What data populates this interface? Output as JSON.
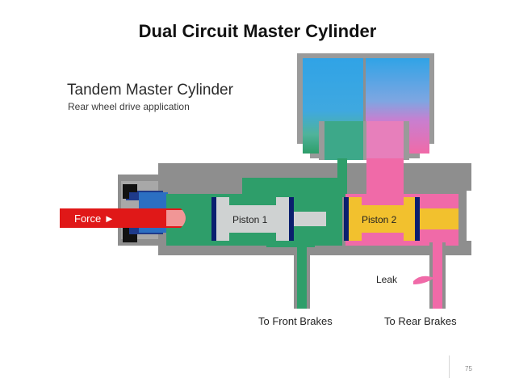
{
  "slide": {
    "title": "Dual Circuit Master Cylinder",
    "page_number": "75"
  },
  "diagram": {
    "heading": "Tandem Master Cylinder",
    "subheading": "Rear wheel drive application",
    "force_label": "Force ►",
    "piston1_label": "Piston 1",
    "piston2_label": "Piston 2",
    "leak_label": "Leak",
    "front_brakes_label": "To Front Brakes",
    "rear_brakes_label": "To Rear Brakes"
  },
  "colors": {
    "front_circuit": "#2e9e6a",
    "rear_circuit": "#f06aa8",
    "reservoir_blue": "#2f9ee0",
    "piston": "#cfd2d2",
    "piston2": "#f2c12e",
    "housing": "#8e8e8e",
    "force_rod": "#e01818",
    "seal": "#0a1f6e",
    "bushing": "#2b6fc2"
  }
}
